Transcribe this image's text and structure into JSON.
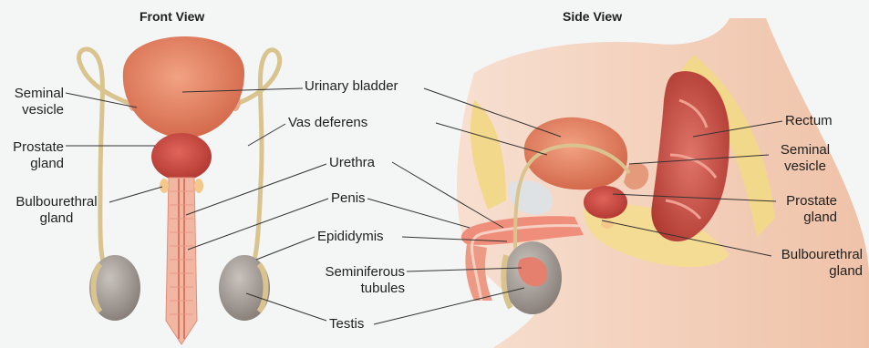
{
  "headings": {
    "front": "Front View",
    "side": "Side View"
  },
  "labels": {
    "seminal_vesicle_l1": "Seminal",
    "seminal_vesicle_l2": "vesicle",
    "prostate_l1": "Prostate",
    "prostate_l2": "gland",
    "bulbourethral_l1": "Bulbourethral",
    "bulbourethral_l2": "gland",
    "urinary_bladder": "Urinary bladder",
    "vas_deferens": "Vas deferens",
    "urethra": "Urethra",
    "penis": "Penis",
    "epididymis": "Epididymis",
    "seminiferous_l1": "Seminiferous",
    "seminiferous_l2": "tubules",
    "testis": "Testis",
    "rectum": "Rectum",
    "side_seminal_l1": "Seminal",
    "side_seminal_l2": "vesicle",
    "side_prostate_l1": "Prostate",
    "side_prostate_l2": "gland",
    "side_bulbourethral_l1": "Bulbourethral",
    "side_bulbourethral_l2": "gland"
  },
  "colors": {
    "background": "#f4f6f6",
    "bladder": "#e07a5c",
    "prostate": "#c9473e",
    "duct": "#e9d7a8",
    "testis": "#9c948e",
    "urethra": "#ef9a8a",
    "skin": "#f0c8b2",
    "fat": "#f2d88a",
    "rectum": "#c8473c"
  }
}
